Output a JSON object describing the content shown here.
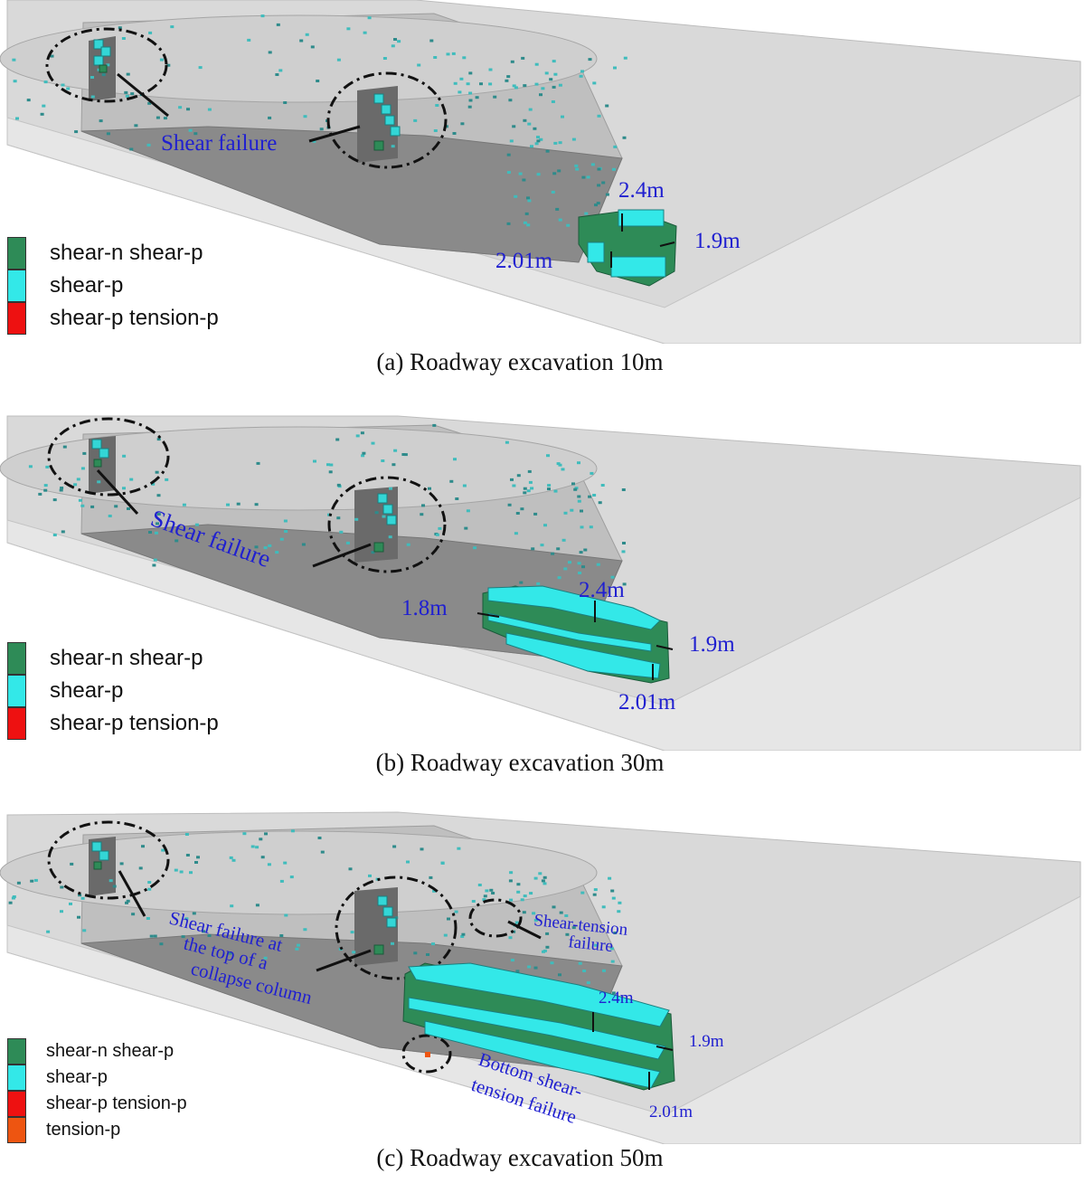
{
  "colors": {
    "shear_n_shear_p": "#2e8b57",
    "shear_p": "#33e8e8",
    "shear_p_tension_p": "#ee1111",
    "tension_p": "#ee5511",
    "annotation": "#2020d0"
  },
  "panels": [
    {
      "caption": "(a) Roadway excavation 10m",
      "legend": [
        {
          "label": "shear-n shear-p",
          "color": "#2e8b57"
        },
        {
          "label": "shear-p",
          "color": "#33e8e8"
        },
        {
          "label": "shear-p tension-p",
          "color": "#ee1111"
        }
      ],
      "annotations": {
        "shear": "Shear failure",
        "dim_top": "2.4m",
        "dim_right": "1.9m",
        "dim_left": "2.01m"
      }
    },
    {
      "caption": "(b) Roadway excavation 30m",
      "legend": [
        {
          "label": "shear-n shear-p",
          "color": "#2e8b57"
        },
        {
          "label": "shear-p",
          "color": "#33e8e8"
        },
        {
          "label": "shear-p tension-p",
          "color": "#ee1111"
        }
      ],
      "annotations": {
        "shear": "Shear failure",
        "dim_left": "1.8m",
        "dim_top": "2.4m",
        "dim_right": "1.9m",
        "dim_bottom": "2.01m"
      }
    },
    {
      "caption": "(c) Roadway excavation 50m",
      "legend": [
        {
          "label": "shear-n shear-p",
          "color": "#2e8b57"
        },
        {
          "label": "shear-p",
          "color": "#33e8e8"
        },
        {
          "label": "shear-p tension-p",
          "color": "#ee1111"
        },
        {
          "label": "tension-p",
          "color": "#ee5511"
        }
      ],
      "annotations": {
        "shear_line1": "Shear failure at",
        "shear_line2": "the top of a",
        "shear_line3": "collapse column",
        "tension_line1": "Shear-tension",
        "tension_line2": "failure",
        "bottom_line1": "Bottom shear-",
        "bottom_line2": "tension failure",
        "dim_top": "2.4m",
        "dim_right": "1.9m",
        "dim_bottom": "2.01m"
      }
    }
  ]
}
